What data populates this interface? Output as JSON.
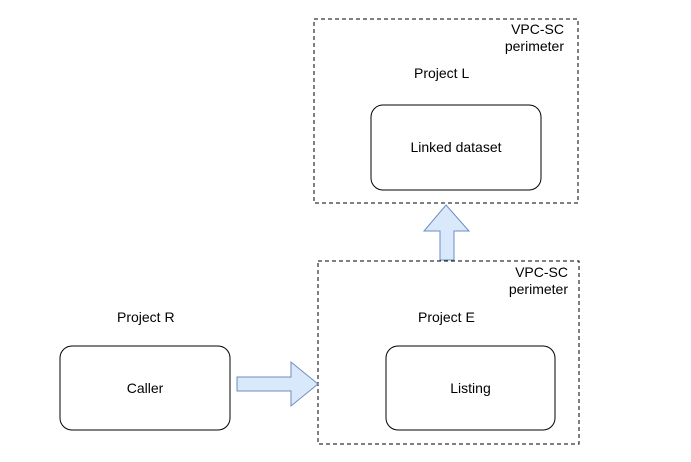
{
  "perimeter_top": {
    "label_line1": "VPC-SC",
    "label_line2": "perimeter",
    "project": "Project L",
    "node": "Linked dataset"
  },
  "perimeter_bottom": {
    "label_line1": "VPC-SC",
    "label_line2": "perimeter",
    "project": "Project E",
    "node": "Listing"
  },
  "caller_group": {
    "project": "Project R",
    "node": "Caller"
  },
  "colors": {
    "arrow_fill": "#dae8fc",
    "arrow_stroke": "#6c8ebf",
    "border": "#000000"
  }
}
